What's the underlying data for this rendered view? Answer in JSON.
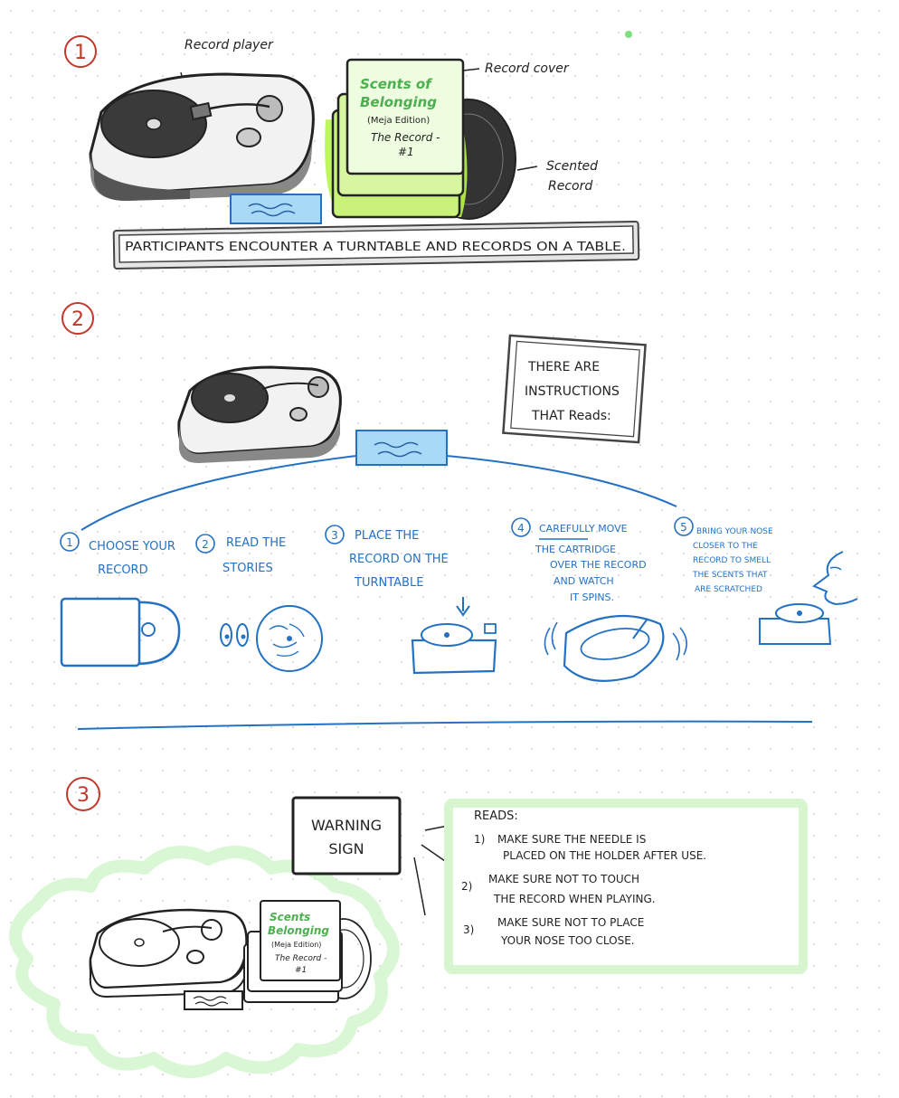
{
  "section1": {
    "number": "1",
    "label_player": "Record player",
    "label_cover": "Record cover",
    "label_scented_1": "Scented",
    "label_scented_2": "Record",
    "cover_title_1": "Scents of",
    "cover_title_2": "Belonging",
    "cover_edition": "(Meja Edition)",
    "cover_record_1": "The Record -",
    "cover_record_2": "#1",
    "caption": "PARTICIPANTS ENCOUNTER A TURNTABLE AND RECORDS ON A TABLE."
  },
  "section2": {
    "number": "2",
    "note_lines": [
      "THERE ARE",
      "INSTRUCTIONS",
      "THAT Reads:"
    ],
    "steps": [
      {
        "num": "1",
        "lines": [
          "CHOOSE YOUR",
          "RECORD"
        ]
      },
      {
        "num": "2",
        "lines": [
          "READ THE",
          "STORIES"
        ]
      },
      {
        "num": "3",
        "lines": [
          "PLACE THE",
          "RECORD ON THE",
          "TURNTABLE"
        ]
      },
      {
        "num": "4",
        "lines": [
          "CAREFULLY MOVE",
          "THE CARTRIDGE",
          "OVER THE RECORD",
          "AND WATCH",
          "IT SPINS."
        ]
      },
      {
        "num": "5",
        "lines": [
          "BRING YOUR NOSE",
          "CLOSER TO THE",
          "RECORD TO SMELL",
          "THE SCENTS THAT",
          "ARE SCRATCHED"
        ]
      }
    ]
  },
  "section3": {
    "number": "3",
    "warning_1": "WARNING",
    "warning_2": "SIGN",
    "reads_title": "READS:",
    "rules": [
      {
        "num": "1)",
        "lines": [
          "MAKE SURE THE NEEDLE IS",
          "PLACED ON THE HOLDER AFTER USE."
        ]
      },
      {
        "num": "2)",
        "lines": [
          "MAKE SURE NOT TO TOUCH",
          "THE RECORD WHEN PLAYING."
        ]
      },
      {
        "num": "3)",
        "lines": [
          "MAKE SURE NOT TO PLACE",
          "YOUR NOSE TOO CLOSE."
        ]
      }
    ],
    "cover_title_1": "Scents",
    "cover_title_2": "Belonging",
    "cover_edition": "(Meja Edition)",
    "cover_record_1": "The Record -",
    "cover_record_2": "#1"
  },
  "colors": {
    "red": "#c0392b",
    "blue": "#2471c3",
    "green": "#4caf50",
    "lime": "#b7f54a",
    "ink": "#222222",
    "greenGlow": "#d9f7d4"
  }
}
